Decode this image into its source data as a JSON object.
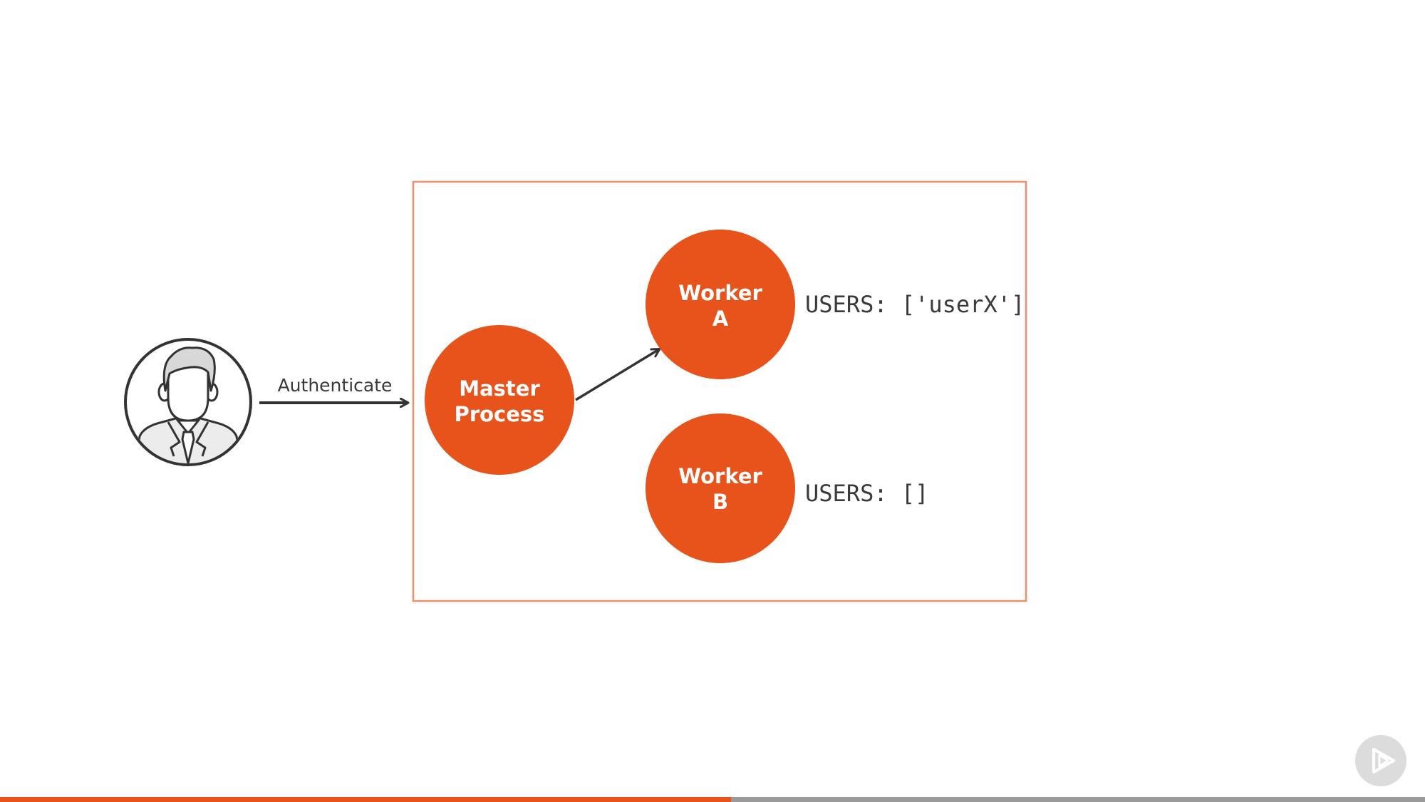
{
  "diagram": {
    "user": {
      "icon": "user-avatar-icon"
    },
    "edge_authenticate": {
      "label": "Authenticate"
    },
    "master": {
      "line1": "Master",
      "line2": "Process"
    },
    "worker_a": {
      "line1": "Worker",
      "line2": "A",
      "users_text": "USERS: ['userX']"
    },
    "worker_b": {
      "line1": "Worker",
      "line2": "B",
      "users_text": "USERS: []"
    }
  },
  "player": {
    "progress_fraction": 0.513,
    "play_icon": "play-icon"
  },
  "colors": {
    "accent": "#e8531b",
    "container_border": "#ee8e6a",
    "arrow": "#333333",
    "progress_track": "#9a9a9a",
    "progress_fill": "#e8531b"
  }
}
